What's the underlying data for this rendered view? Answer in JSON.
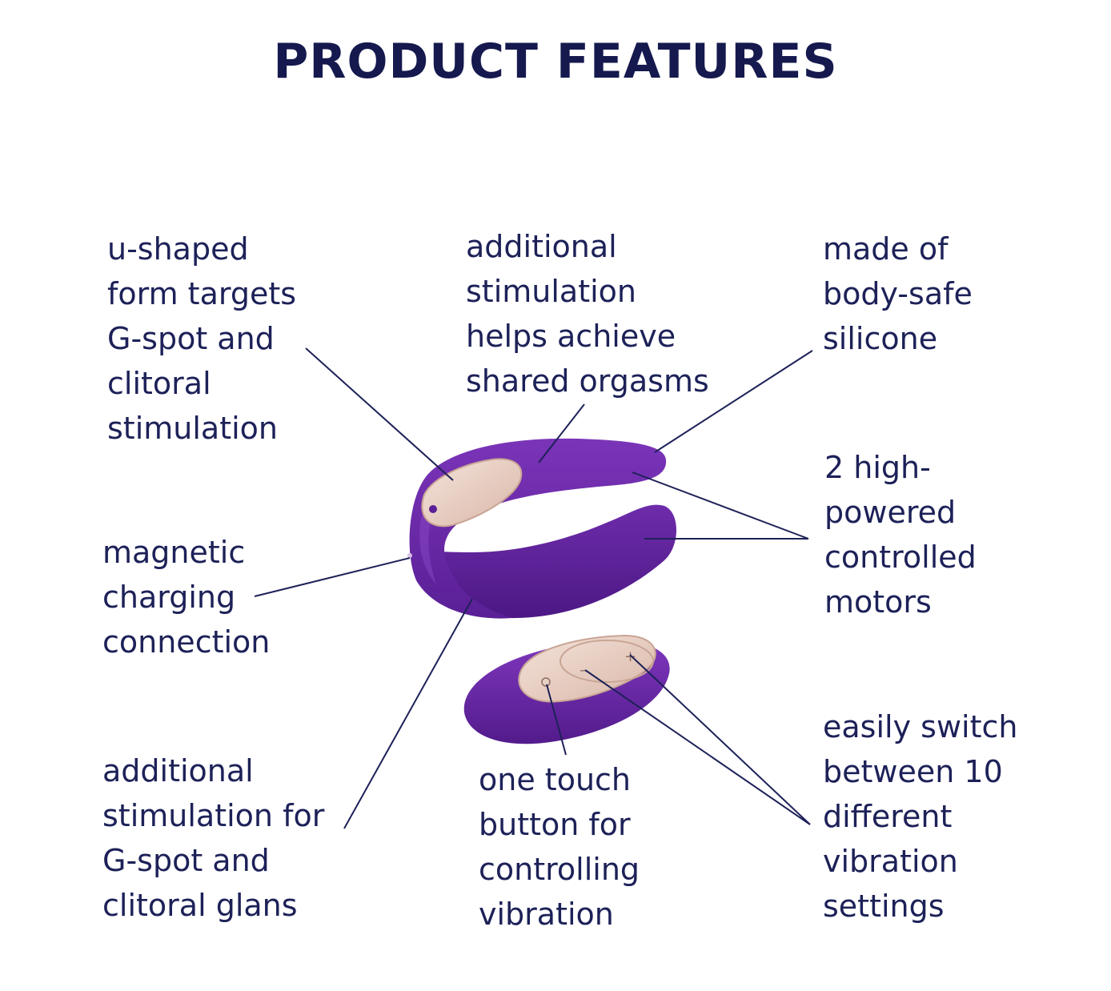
{
  "title": "PRODUCT FEATURES",
  "colors": {
    "text": "#1d2158",
    "device_purple": "#6a2aa6",
    "device_dark": "#4a1880",
    "button_gold": "#e9d2c8",
    "background": "#ffffff"
  },
  "features": {
    "ushaped": [
      "u-shaped",
      "form targets",
      "G-spot and",
      "clitoral",
      "stimulation"
    ],
    "additional_stimulation": [
      "additional",
      "stimulation",
      "helps achieve",
      "shared orgasms"
    ],
    "silicone": [
      "made of",
      "body-safe",
      "silicone"
    ],
    "motors": [
      "2 high-",
      "powered",
      "controlled",
      "motors"
    ],
    "magnetic": [
      "magnetic",
      "charging",
      "connection"
    ],
    "glans": [
      "additional",
      "stimulation for",
      "G-spot and",
      "clitoral glans"
    ],
    "button": [
      "one touch",
      "button for",
      "controlling",
      "vibration"
    ],
    "settings": [
      "easily switch",
      "between 10",
      "different",
      "vibration",
      "settings"
    ]
  }
}
